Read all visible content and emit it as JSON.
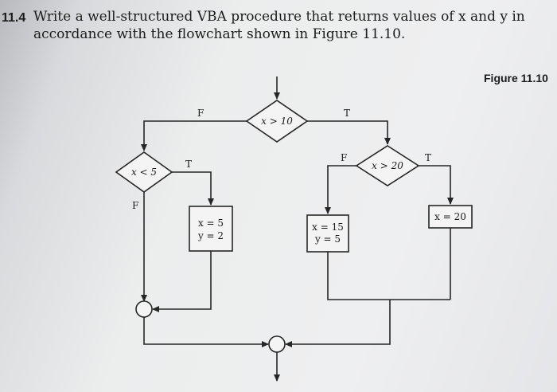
{
  "problem": {
    "number": "11.4",
    "text_line1": "Write a well-structured VBA procedure that returns values of x and y in",
    "text_line2": "accordance with the flowchart shown in Figure 11.10."
  },
  "figure": {
    "label": "Figure 11.10"
  },
  "flowchart": {
    "decisions": {
      "d1": "x > 10",
      "d2": "x < 5",
      "d3": "x > 20"
    },
    "branches": {
      "true": "T",
      "false": "F"
    },
    "processes": {
      "p1_line1": "x = 5",
      "p1_line2": "y = 2",
      "p2_line1": "x = 15",
      "p2_line2": "y = 5",
      "p3_line1": "x = 20"
    }
  }
}
